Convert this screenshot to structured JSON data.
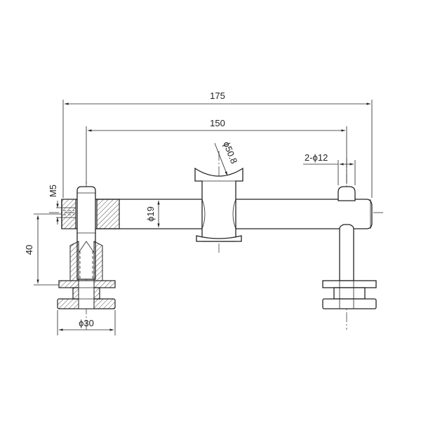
{
  "drawing": {
    "dimensions": {
      "overall_length": "175",
      "center_distance": "150",
      "hole_spec": "2-ϕ12",
      "clamp_diameter": "ϕ50.8",
      "tube_diameter": "ϕ19",
      "thread": "M5",
      "height": "40",
      "base_diameter": "ϕ30"
    }
  }
}
